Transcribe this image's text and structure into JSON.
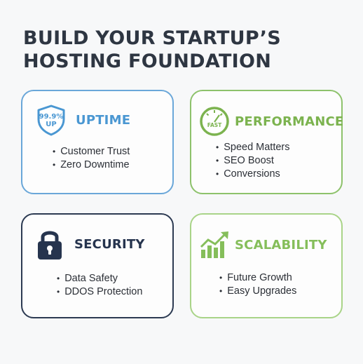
{
  "title": {
    "line1": "BUILD YOUR STARTUP’S",
    "line2": "HOSTING FOUNDATION"
  },
  "cards": [
    {
      "name": "uptime",
      "label": "UPTIME",
      "icon": "shield-icon",
      "icon_text_1": "99.9%",
      "icon_text_2": "UP",
      "color": "#4a97d2",
      "items": [
        "Customer Trust",
        "Zero Downtime"
      ]
    },
    {
      "name": "performance",
      "label": "PERFORMANCE",
      "icon": "speedometer-icon",
      "icon_text": "FAST",
      "color": "#7cb34f",
      "items": [
        "Speed Matters",
        "SEO Boost",
        "Conversions"
      ]
    },
    {
      "name": "security",
      "label": "SECURITY",
      "icon": "lock-icon",
      "color": "#26344e",
      "items": [
        "Data Safety",
        "DDOS Protection"
      ]
    },
    {
      "name": "scalability",
      "label": "SCALABILITY",
      "icon": "growth-chart-icon",
      "color": "#85be5a",
      "items": [
        "Future Growth",
        "Easy Upgrades"
      ]
    }
  ]
}
